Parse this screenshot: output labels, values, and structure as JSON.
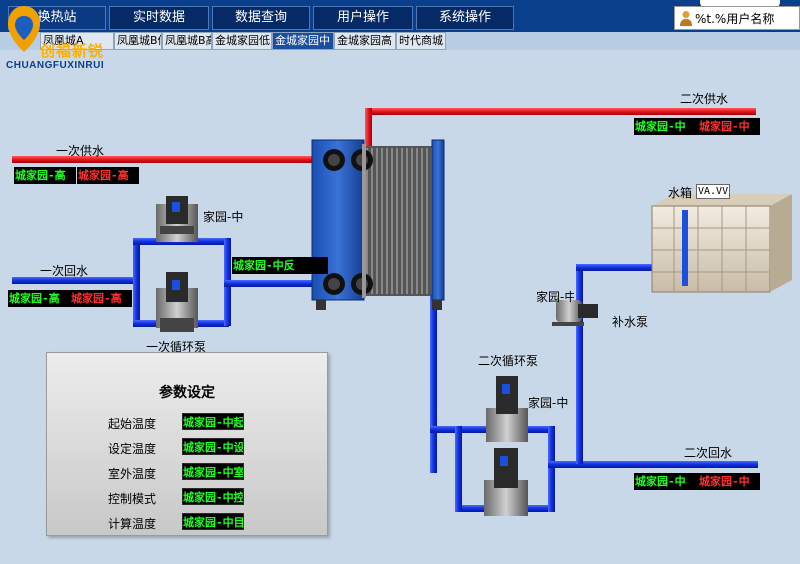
{
  "app": {
    "logo_text": "创福新锐",
    "logo_sub": "CHUANGFUXINRUI"
  },
  "nav": [
    {
      "label": "换热站",
      "active": true
    },
    {
      "label": "实时数据"
    },
    {
      "label": "数据查询"
    },
    {
      "label": "用户操作"
    },
    {
      "label": "系统操作"
    }
  ],
  "user": {
    "label": "%t.%用户名称"
  },
  "subtabs": [
    {
      "label": "凤凰城A"
    },
    {
      "label": "凤凰城B低"
    },
    {
      "label": "凤凰城B高"
    },
    {
      "label": "金城家园低"
    },
    {
      "label": "金城家园中",
      "active": true
    },
    {
      "label": "金城家园高"
    },
    {
      "label": "时代商城"
    }
  ],
  "pipes": {
    "primary_supply": "一次供水",
    "primary_return": "一次回水",
    "secondary_supply": "二次供水",
    "secondary_return": "二次回水",
    "water_tank": "水箱",
    "tank_level": "VA.VV",
    "makeup_pump": "补水泵",
    "primary_pump": "一次循环泵",
    "secondary_pump": "二次循环泵"
  },
  "values": {
    "primary_supply_a": "城家园-高",
    "primary_supply_b": "城家园-高",
    "primary_return_a": "城家园-高",
    "primary_return_b": "城家园-高",
    "primary_pump_label": "家园-中",
    "primary_return_mid": "城家园-中反",
    "secondary_supply_a": "城家园-中",
    "secondary_supply_b": "城家园-中",
    "makeup_pump_label": "家园-中",
    "secondary_pump_label": "家园-中",
    "secondary_return_a": "城家园-中",
    "secondary_return_b": "城家园-中"
  },
  "params": {
    "title": "参数设定",
    "rows": [
      {
        "label": "起始温度",
        "value": "城家园-中起"
      },
      {
        "label": "设定温度",
        "value": "城家园-中设"
      },
      {
        "label": "室外温度",
        "value": "城家园-中室"
      },
      {
        "label": "控制模式",
        "value": "城家园-中控"
      },
      {
        "label": "计算温度",
        "value": "城家园-中目"
      }
    ]
  },
  "colors": {
    "hot": "#e8141c",
    "cold": "#1030e0",
    "nav_bg": "#0a3f8c",
    "value_green": "#22ff22",
    "value_red": "#ff3030"
  }
}
